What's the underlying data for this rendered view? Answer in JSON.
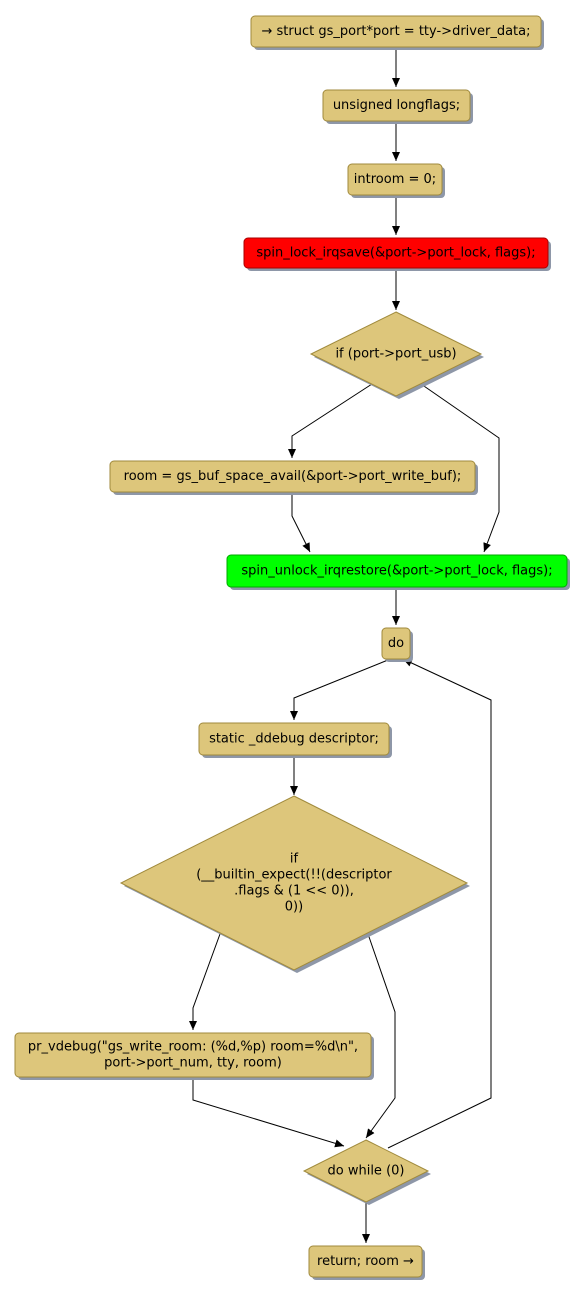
{
  "colors": {
    "node_fill": "#DDC67B",
    "node_stroke": "#A08A3C",
    "shadow": "#8E97A8",
    "lock_fill": "#FF0000",
    "lock_stroke": "#A80000",
    "unlock_fill": "#00FF00",
    "unlock_stroke": "#00A800",
    "edge": "#000000"
  },
  "nodes": {
    "n1": {
      "lines": [
        "→ struct gs_port*port = tty->driver_data;"
      ]
    },
    "n2": {
      "lines": [
        "unsigned longflags;"
      ]
    },
    "n3": {
      "lines": [
        "introom = 0;"
      ]
    },
    "n4": {
      "lines": [
        "spin_lock_irqsave(&port->port_lock, flags);"
      ]
    },
    "d1": {
      "lines": [
        "if (port->port_usb)"
      ]
    },
    "n5": {
      "lines": [
        "room = gs_buf_space_avail(&port->port_write_buf);"
      ]
    },
    "n6": {
      "lines": [
        "spin_unlock_irqrestore(&port->port_lock, flags);"
      ]
    },
    "n7": {
      "lines": [
        "do"
      ]
    },
    "n8": {
      "lines": [
        "static _ddebug descriptor;"
      ]
    },
    "d2": {
      "lines": [
        "if",
        "(__builtin_expect(!!(descriptor",
        ".flags & (1 << 0)),",
        "0))"
      ]
    },
    "n9": {
      "lines": [
        "pr_vdebug(\"gs_write_room: (%d,%p) room=%d\\n\",",
        "port->port_num, tty, room)"
      ]
    },
    "d3": {
      "lines": [
        "do while (0)"
      ]
    },
    "n10": {
      "lines": [
        "return; room →"
      ]
    }
  }
}
